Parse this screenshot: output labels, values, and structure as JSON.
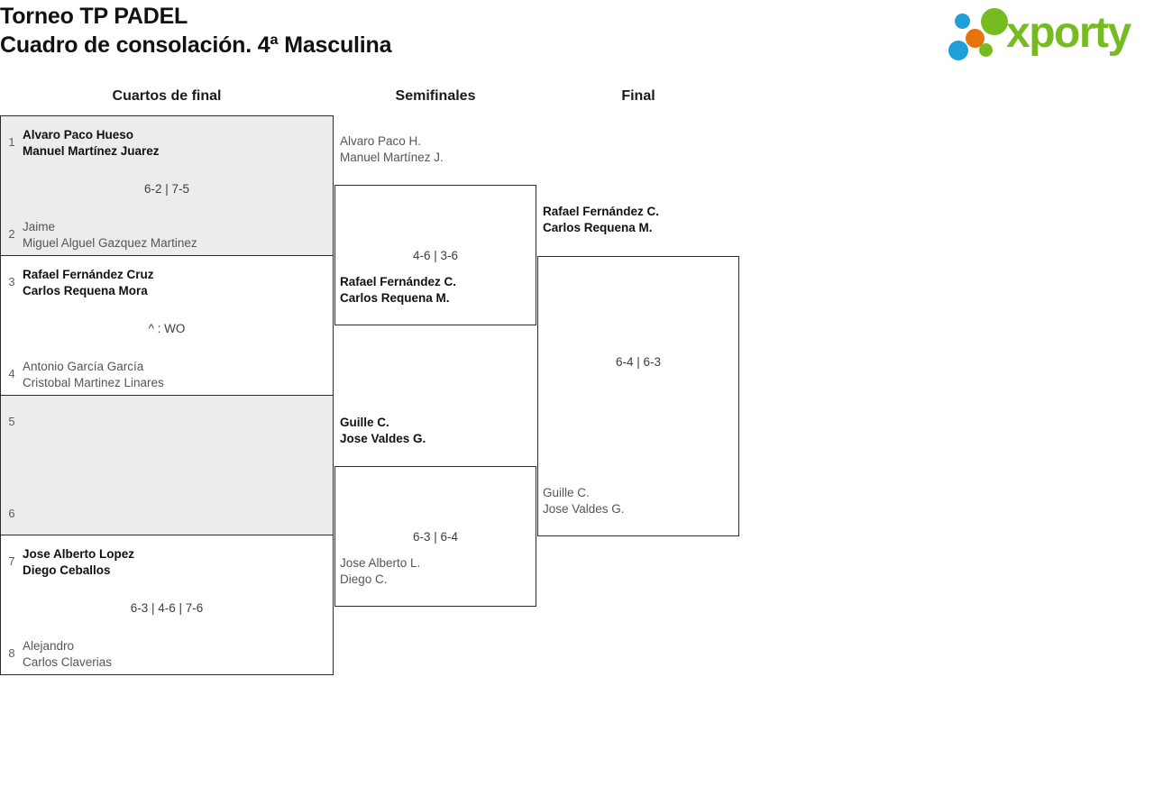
{
  "header": {
    "title_line1": "Torneo TP PADEL",
    "title_line2": "Cuadro de consolación. 4ª Masculina",
    "logo": {
      "text": "xporty",
      "colors": {
        "green": "#76bc21",
        "blue": "#1f9fd9",
        "orange": "#e8720c"
      }
    }
  },
  "rounds": [
    {
      "label": "Cuartos de final"
    },
    {
      "label": "Semifinales"
    },
    {
      "label": "Final"
    }
  ],
  "quarterfinals": [
    {
      "score": "6-2 | 7-5",
      "top": {
        "seed": "1",
        "player1": "Alvaro Paco Hueso",
        "player2": "Manuel Martínez Juarez",
        "winner": true
      },
      "bottom": {
        "seed": "2",
        "player1": "Jaime",
        "player2": "Miguel Alguel Gazquez Martinez",
        "winner": false
      }
    },
    {
      "score": "^ : WO",
      "top": {
        "seed": "3",
        "player1": "Rafael Fernández Cruz",
        "player2": "Carlos Requena Mora",
        "winner": true
      },
      "bottom": {
        "seed": "4",
        "player1": "Antonio García García",
        "player2": "Cristobal Martinez Linares",
        "winner": false
      }
    },
    {
      "score": "",
      "top": {
        "seed": "5",
        "player1": "",
        "player2": "",
        "winner": false
      },
      "bottom": {
        "seed": "6",
        "player1": "",
        "player2": "",
        "winner": false
      }
    },
    {
      "score": "6-3 | 4-6 | 7-6",
      "top": {
        "seed": "7",
        "player1": "Jose Alberto Lopez",
        "player2": "Diego Ceballos",
        "winner": true
      },
      "bottom": {
        "seed": "8",
        "player1": "Alejandro",
        "player2": "Carlos Claverias",
        "winner": false
      }
    }
  ],
  "semifinals": [
    {
      "score": "4-6 | 3-6",
      "top": {
        "player1": "Alvaro Paco H.",
        "player2": "Manuel Martínez J.",
        "winner": false
      },
      "bottom": {
        "player1": "Rafael Fernández C.",
        "player2": "Carlos Requena M.",
        "winner": true
      }
    },
    {
      "score": "6-3 | 6-4",
      "top": {
        "player1": "Guille C.",
        "player2": "Jose Valdes G.",
        "winner": true
      },
      "bottom": {
        "player1": "Jose Alberto L.",
        "player2": "Diego C.",
        "winner": false
      }
    }
  ],
  "final": {
    "score": "6-4 | 6-3",
    "top": {
      "player1": "Rafael Fernández C.",
      "player2": "Carlos Requena M.",
      "winner": true
    },
    "bottom": {
      "player1": "Guille C.",
      "player2": "Jose Valdes G.",
      "winner": false
    }
  },
  "theme": {
    "border_color": "#2b2b2b",
    "alt_row_bg": "#ececec",
    "winner_text": "#111111",
    "loser_text": "#555555"
  }
}
